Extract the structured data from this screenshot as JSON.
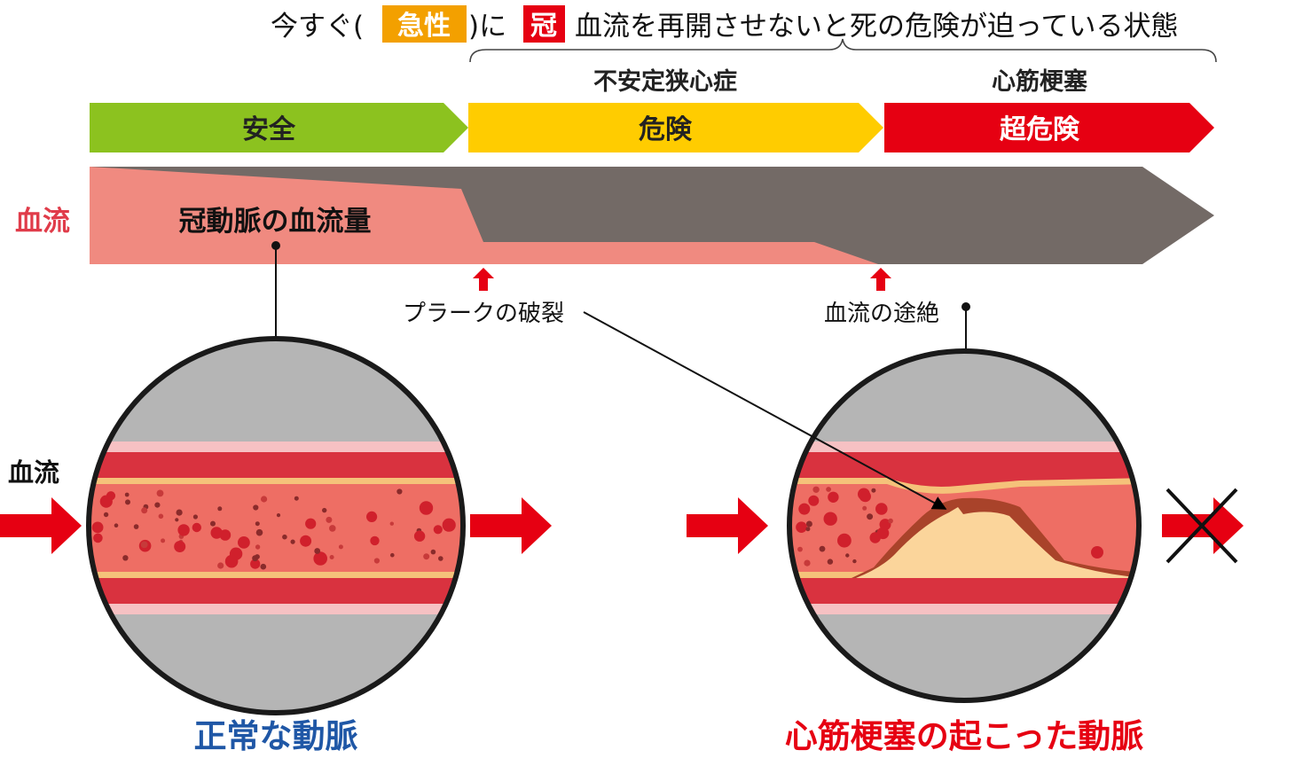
{
  "headline": {
    "pre": "今すぐ(",
    "acute": "急性",
    "mid": ")に",
    "coronary": "冠",
    "post": "血流を再開させないと死の危険が迫っている状態"
  },
  "phases": {
    "unstable_angina": "不安定狭心症",
    "infarction": "心筋梗塞"
  },
  "risk_levels": {
    "safe": "安全",
    "danger": "危険",
    "extreme_danger": "超危険"
  },
  "blood_flow_bar": {
    "side_label": "血流",
    "inner_label": "冠動脈の血流量"
  },
  "events": {
    "plaque_rupture": "プラークの破裂",
    "flow_stop": "血流の途絶"
  },
  "artery": {
    "flow_label": "血流",
    "normal_caption": "正常な動脈",
    "infarct_caption": "心筋梗塞の起こった動脈"
  },
  "colors": {
    "safe": "#8cc21f",
    "danger": "#ffcc00",
    "extreme": "#e60012",
    "flow": "#f08a80",
    "flow_blocked": "#736a66",
    "vessel_wall": "#d9323f",
    "vessel_lumen": "#ee6e64",
    "plaque": "#fbd59b",
    "normal_caption": "#1f57a6",
    "infarct_caption": "#e60012"
  }
}
